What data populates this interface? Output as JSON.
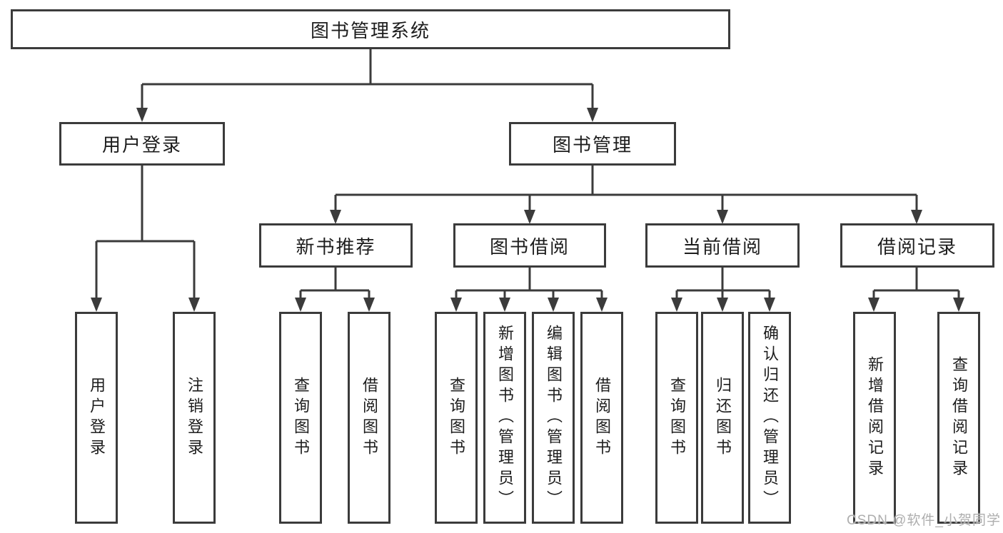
{
  "diagram": {
    "watermark": "CSDN @软件_小贺同学",
    "colors": {
      "line": "#3b3b3b",
      "text": "#1d1d1d",
      "background": "#ffffff",
      "watermark": "#aeaeae"
    },
    "tree": {
      "label": "图书管理系统",
      "children": [
        {
          "label": "用户登录",
          "children": [
            {
              "label": "用户登录"
            },
            {
              "label": "注销登录"
            }
          ]
        },
        {
          "label": "图书管理",
          "children": [
            {
              "label": "新书推荐",
              "children": [
                {
                  "label": "查询图书"
                },
                {
                  "label": "借阅图书"
                }
              ]
            },
            {
              "label": "图书借阅",
              "children": [
                {
                  "label": "查询图书"
                },
                {
                  "label": "新增图书（管理员）"
                },
                {
                  "label": "编辑图书（管理员）"
                },
                {
                  "label": "借阅图书"
                }
              ]
            },
            {
              "label": "当前借阅",
              "children": [
                {
                  "label": "查询图书"
                },
                {
                  "label": "归还图书"
                },
                {
                  "label": "确认归还（管理员）"
                }
              ]
            },
            {
              "label": "借阅记录",
              "children": [
                {
                  "label": "新增借阅记录"
                },
                {
                  "label": "查询借阅记录"
                }
              ]
            }
          ]
        }
      ]
    }
  }
}
